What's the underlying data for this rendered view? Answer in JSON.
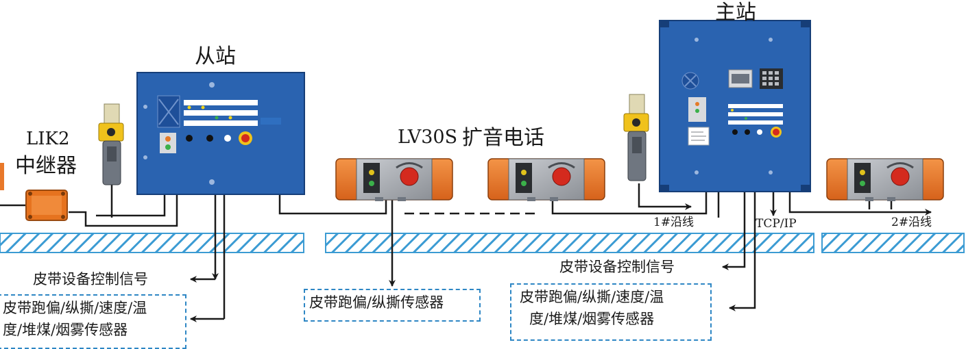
{
  "labels": {
    "slave_station": "从站",
    "master_station": "主站",
    "repeater_model": "LIK2",
    "repeater_name": "中继器",
    "phone_model": "LV30S",
    "phone_name": "扩音电话",
    "line_1": "1#沿线",
    "line_2": "2#沿线",
    "tcp_ip": "TCP/IP",
    "control_signal_left": "皮带设备控制信号",
    "control_signal_right": "皮带设备控制信号"
  },
  "sensor_boxes": {
    "left_line1": "皮带跑偏/纵撕/速度/温",
    "left_line2": "度/堆煤/烟雾传感器",
    "middle": "皮带跑偏/纵撕传感器",
    "right_line1": "皮带跑偏/纵撕/速度/温",
    "right_line2": "度/堆煤/烟雾传感器"
  },
  "colors": {
    "cabinet_blue": "#2a63b0",
    "phone_orange": "#e8782a",
    "conveyor_hatch": "#3b9bd3",
    "dashed_box": "#2d86c4",
    "emergency_red": "#d42a1e",
    "beacon_yellow": "#f0c21c"
  }
}
